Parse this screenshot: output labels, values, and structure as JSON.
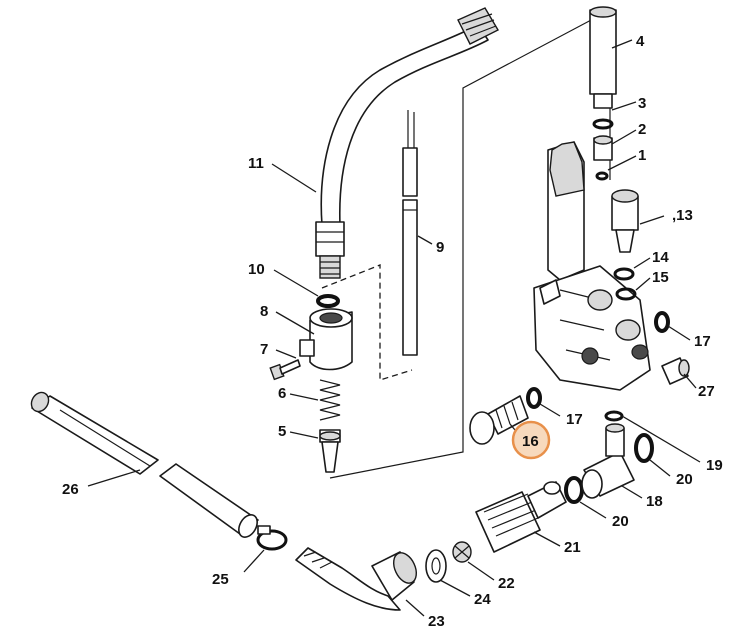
{
  "diagram": {
    "callouts": [
      {
        "id": "1",
        "label": "1"
      },
      {
        "id": "2",
        "label": "2"
      },
      {
        "id": "3",
        "label": "3"
      },
      {
        "id": "4",
        "label": "4"
      },
      {
        "id": "5",
        "label": "5"
      },
      {
        "id": "6",
        "label": "6"
      },
      {
        "id": "7",
        "label": "7"
      },
      {
        "id": "8",
        "label": "8"
      },
      {
        "id": "9",
        "label": "9"
      },
      {
        "id": "10",
        "label": "10"
      },
      {
        "id": "11",
        "label": "11"
      },
      {
        "id": "13",
        "label": ",13"
      },
      {
        "id": "14",
        "label": "14"
      },
      {
        "id": "15",
        "label": "15"
      },
      {
        "id": "16",
        "label": "16",
        "highlighted": true
      },
      {
        "id": "17a",
        "label": "17"
      },
      {
        "id": "17b",
        "label": "17"
      },
      {
        "id": "18",
        "label": "18"
      },
      {
        "id": "19",
        "label": "19"
      },
      {
        "id": "20a",
        "label": "20"
      },
      {
        "id": "20b",
        "label": "20"
      },
      {
        "id": "21",
        "label": "21"
      },
      {
        "id": "22",
        "label": "22"
      },
      {
        "id": "23",
        "label": "23"
      },
      {
        "id": "24",
        "label": "24"
      },
      {
        "id": "25",
        "label": "25"
      },
      {
        "id": "26",
        "label": "26"
      },
      {
        "id": "27",
        "label": "27"
      }
    ],
    "highlight_color": "#e8904a",
    "highlight_fill": "#f7d9bd"
  }
}
